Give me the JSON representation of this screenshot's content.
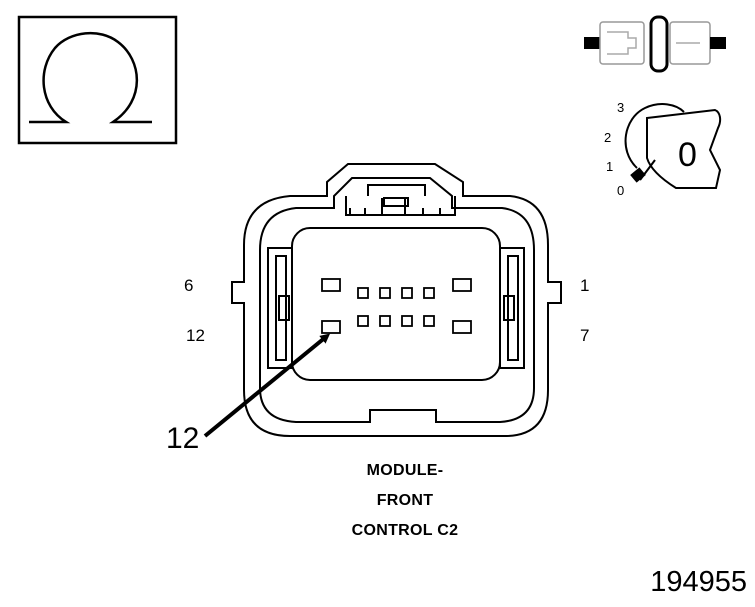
{
  "symbols": {
    "ohm_icon": "omega",
    "ignition_switch_icon": "key",
    "connector_disconnected_icon": "connector"
  },
  "ignition": {
    "positions": [
      "3",
      "2",
      "1",
      "0"
    ],
    "key_position": "0"
  },
  "connector": {
    "pin_labels": {
      "top_left": "6",
      "bottom_left": "12",
      "top_right": "1",
      "bottom_right": "7"
    },
    "callout_pin": "12",
    "caption_lines": [
      "MODULE-",
      "FRONT",
      "CONTROL C2"
    ]
  },
  "figure_number": "194955"
}
